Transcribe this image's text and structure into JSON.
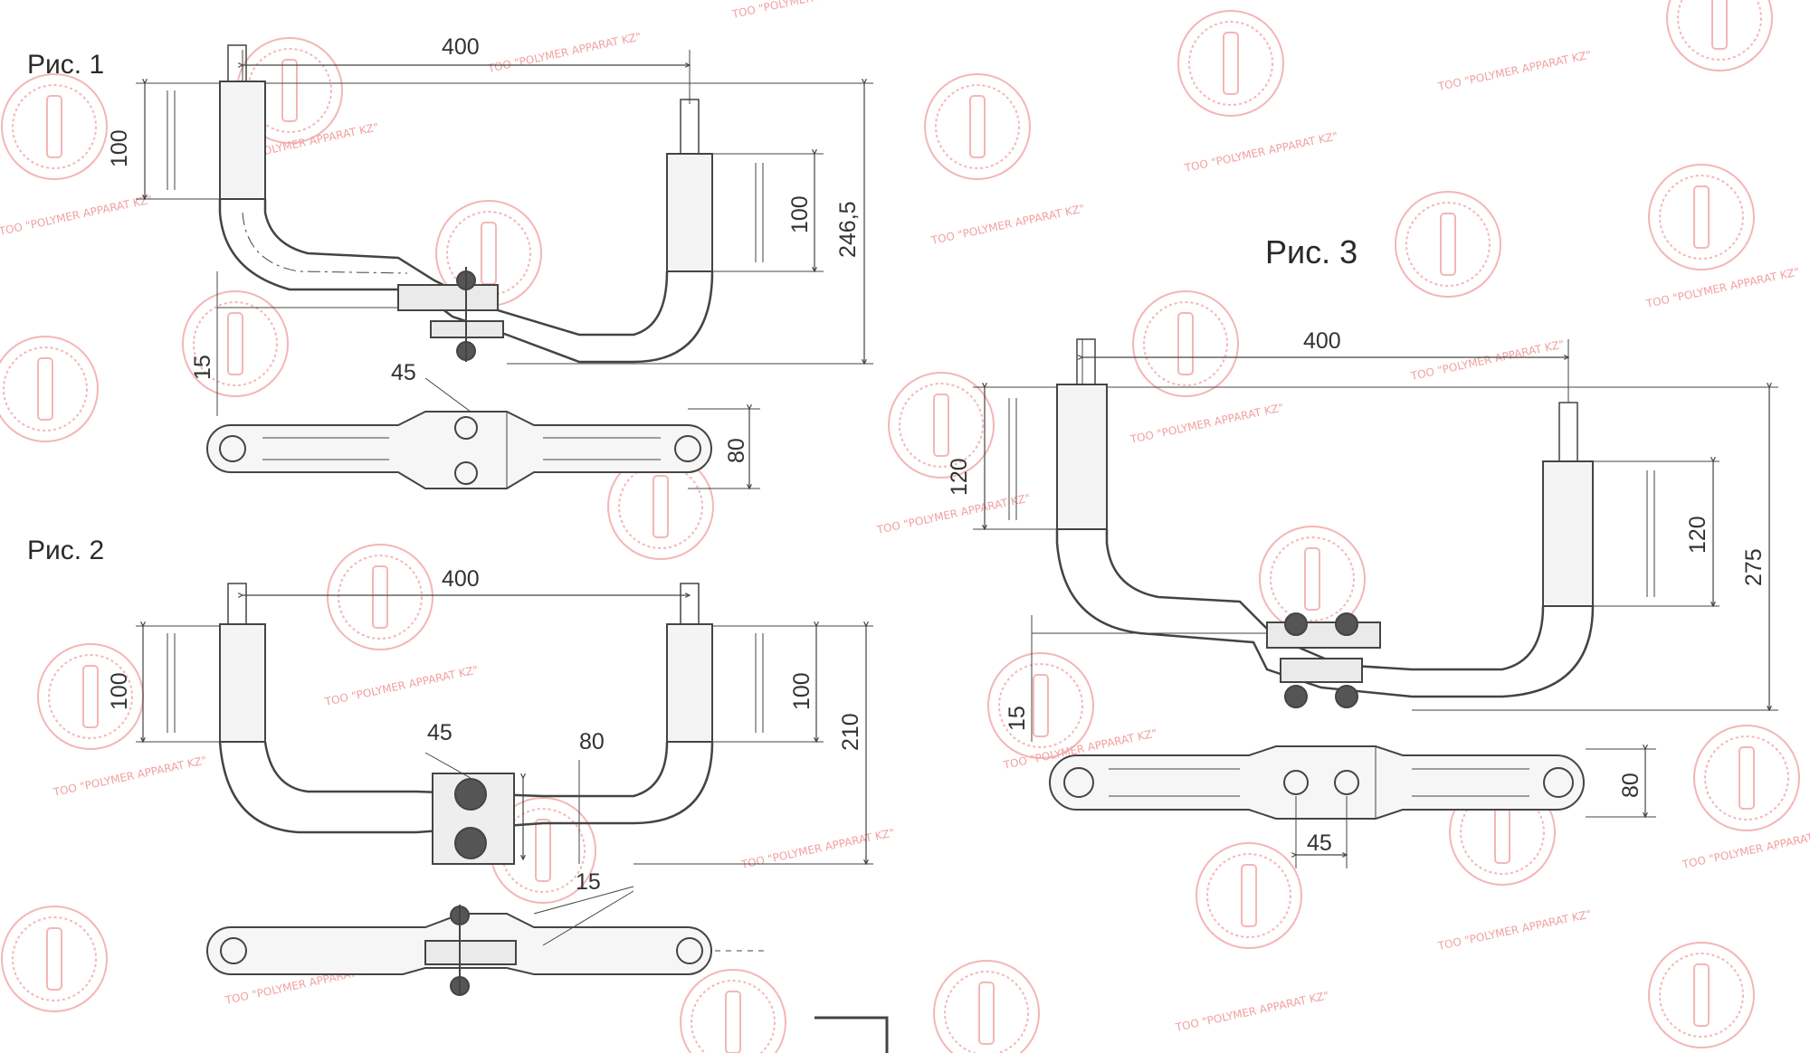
{
  "figures": [
    {
      "label": "Рис. 1",
      "span": "400",
      "height_left": "100",
      "height_right": "100",
      "total_height": "246,5",
      "offset": "15",
      "bolt_spacing": "45",
      "clamp_width": "80"
    },
    {
      "label": "Рис. 2",
      "span": "400",
      "height_left": "100",
      "height_right": "100",
      "total_height": "210",
      "bolt_spacing": "45",
      "clamp_width": "80",
      "offset": "15"
    },
    {
      "label": "Рис. 3",
      "span": "400",
      "height_left": "120",
      "height_right": "120",
      "total_height": "275",
      "offset": "15",
      "clamp_width": "80",
      "bolt_spacing": "45"
    }
  ],
  "watermark": {
    "text": "TOO \"POLYMER  APPARAT KZ\"",
    "color": "#f2a0a0"
  }
}
